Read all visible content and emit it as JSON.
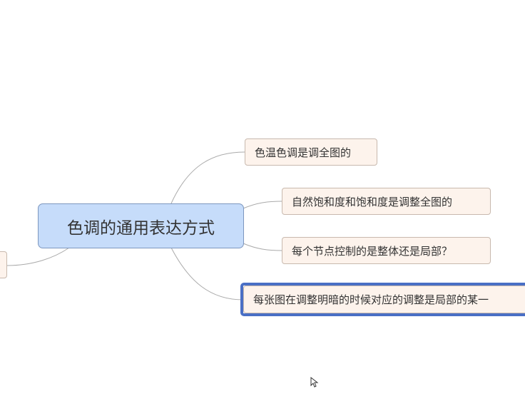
{
  "mindmap": {
    "central_topic": "色调的通用表达方式",
    "subtopics": [
      {
        "label": "色温色调是调全图的"
      },
      {
        "label": "自然饱和度和饱和度是调整全图的"
      },
      {
        "label": "每个节点控制的是整体还是局部？"
      },
      {
        "label": "每张图在调整明暗的时候对应的调整是局部的某一",
        "selected": true
      }
    ]
  },
  "colors": {
    "central_fill": "#c6dcfa",
    "subtopic_fill": "#fdf3ec",
    "selection": "#4a6fc5"
  }
}
